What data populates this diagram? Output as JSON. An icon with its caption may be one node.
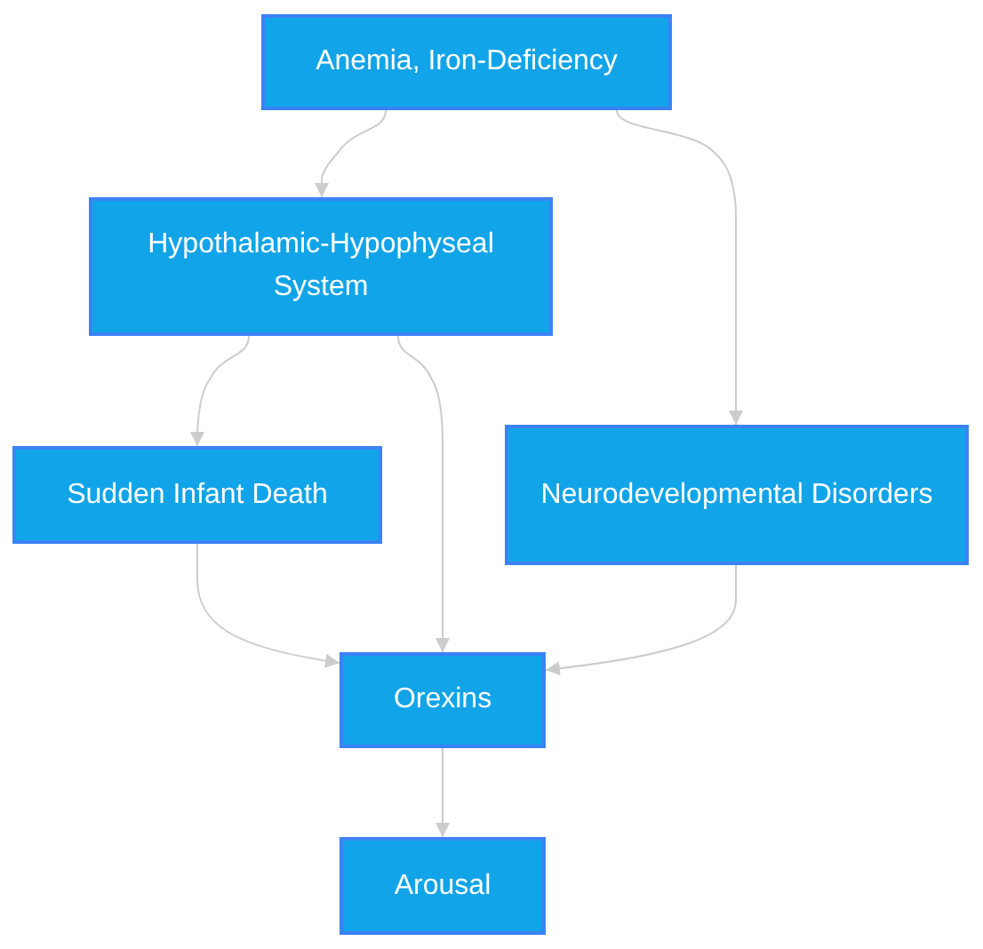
{
  "diagram": {
    "nodes": [
      {
        "text": [
          "Anemia, Iron-Deficiency"
        ]
      },
      {
        "text": [
          "Hypothalamic-Hypophyseal System"
        ]
      },
      {
        "text": [
          "Sudden Infant Death"
        ]
      },
      {
        "text": [
          "Neurodevelopmental Disorders"
        ]
      },
      {
        "text": [
          "Orexins"
        ]
      },
      {
        "text": [
          "Arousal"
        ]
      }
    ],
    "edges": [
      {
        "from": 0,
        "to": 1,
        "arrow": "to"
      },
      {
        "from": 0,
        "to": 3,
        "arrow": "to"
      },
      {
        "from": 1,
        "to": 2,
        "arrow": "to"
      },
      {
        "from": 1,
        "to": 4,
        "arrow": "to"
      },
      {
        "from": 2,
        "to": 4,
        "arrow": "to"
      },
      {
        "from": 3,
        "to": 4,
        "arrow": "to"
      },
      {
        "from": 4,
        "to": 5,
        "arrow": "to"
      }
    ]
  }
}
